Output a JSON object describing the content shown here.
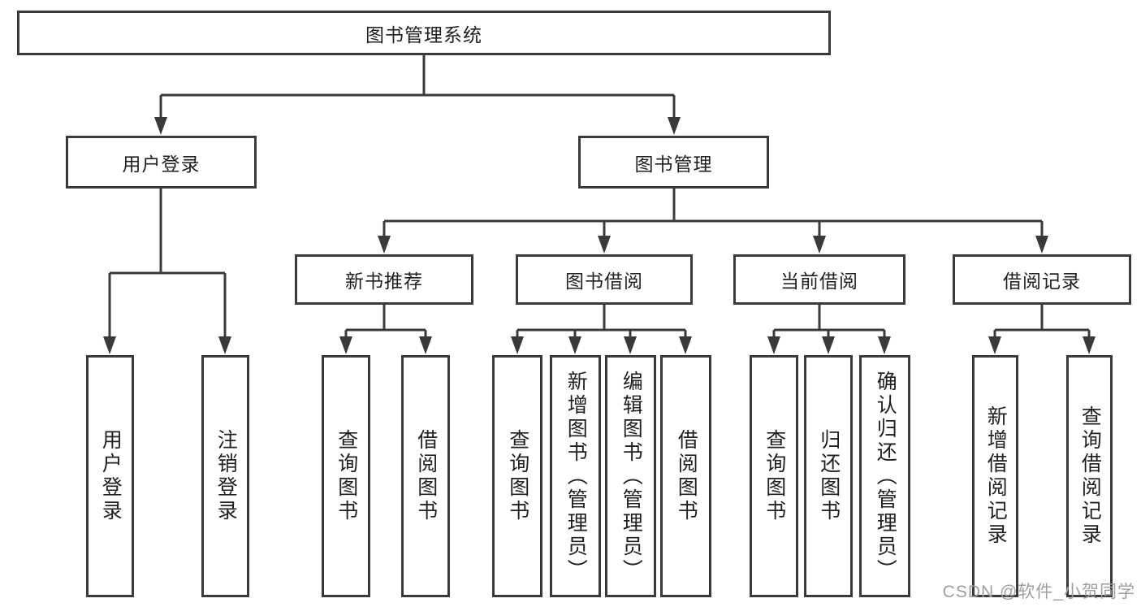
{
  "tree": {
    "root": {
      "label": "图书管理系统",
      "children": [
        {
          "label": "用户登录",
          "children": [
            {
              "label": "用户登录"
            },
            {
              "label": "注销登录"
            }
          ]
        },
        {
          "label": "图书管理",
          "children": [
            {
              "label": "新书推荐",
              "children": [
                {
                  "label": "查询图书"
                },
                {
                  "label": "借阅图书"
                }
              ]
            },
            {
              "label": "图书借阅",
              "children": [
                {
                  "label": "查询图书"
                },
                {
                  "label": "新增图书（管理员）"
                },
                {
                  "label": "编辑图书（管理员）"
                },
                {
                  "label": "借阅图书"
                }
              ]
            },
            {
              "label": "当前借阅",
              "children": [
                {
                  "label": "查询图书"
                },
                {
                  "label": "归还图书"
                },
                {
                  "label": "确认归还（管理员）"
                }
              ]
            },
            {
              "label": "借阅记录",
              "children": [
                {
                  "label": "新增借阅记录"
                },
                {
                  "label": "查询借阅记录"
                }
              ]
            }
          ]
        }
      ]
    }
  },
  "watermark": {
    "text": "CSDN @软件_小贺同学"
  },
  "colors": {
    "line": "#3a3a3a",
    "text": "#1f1f1f",
    "bg": "#ffffff",
    "watermark": "#9e9e9e"
  }
}
